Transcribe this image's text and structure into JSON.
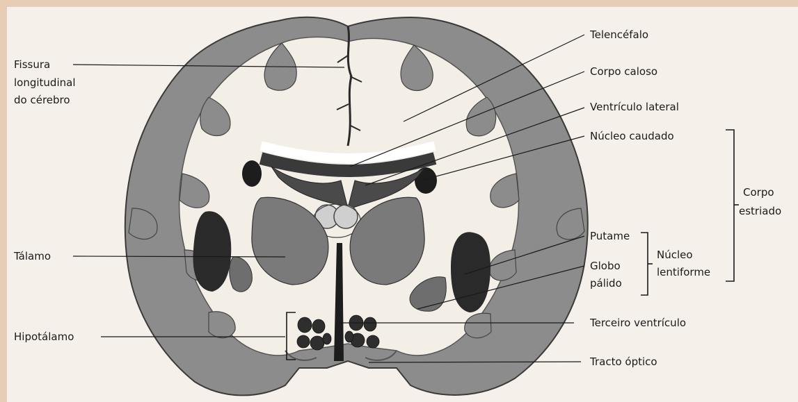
{
  "labels": {
    "fissura_1": "Fissura",
    "fissura_2": "longitudinal",
    "fissura_3": "do cérebro",
    "talamo": "Tálamo",
    "hipotalamo": "Hipotálamo",
    "telencefalo": "Telencéfalo",
    "corpo_caloso": "Corpo caloso",
    "ventriculo_lateral": "Ventrículo lateral",
    "nucleo_caudado": "Núcleo caudado",
    "putame": "Putame",
    "globo": "Globo",
    "palido": "pálido",
    "nucleo": "Núcleo",
    "lentiforme": "lentiforme",
    "corpo": "Corpo",
    "estriado": "estriado",
    "terceiro_ventriculo": "Terceiro ventrículo",
    "tracto_optico": "Tracto óptico"
  },
  "colors": {
    "frame": "#e8cdb6",
    "background": "#f5f1ea",
    "cortex": "#8c8c8c",
    "white_matter": "#f3efe6",
    "dark_nuclei": "#2a2a2a",
    "mid_nuclei": "#7a7a7a",
    "ink": "#1a1a1a"
  }
}
